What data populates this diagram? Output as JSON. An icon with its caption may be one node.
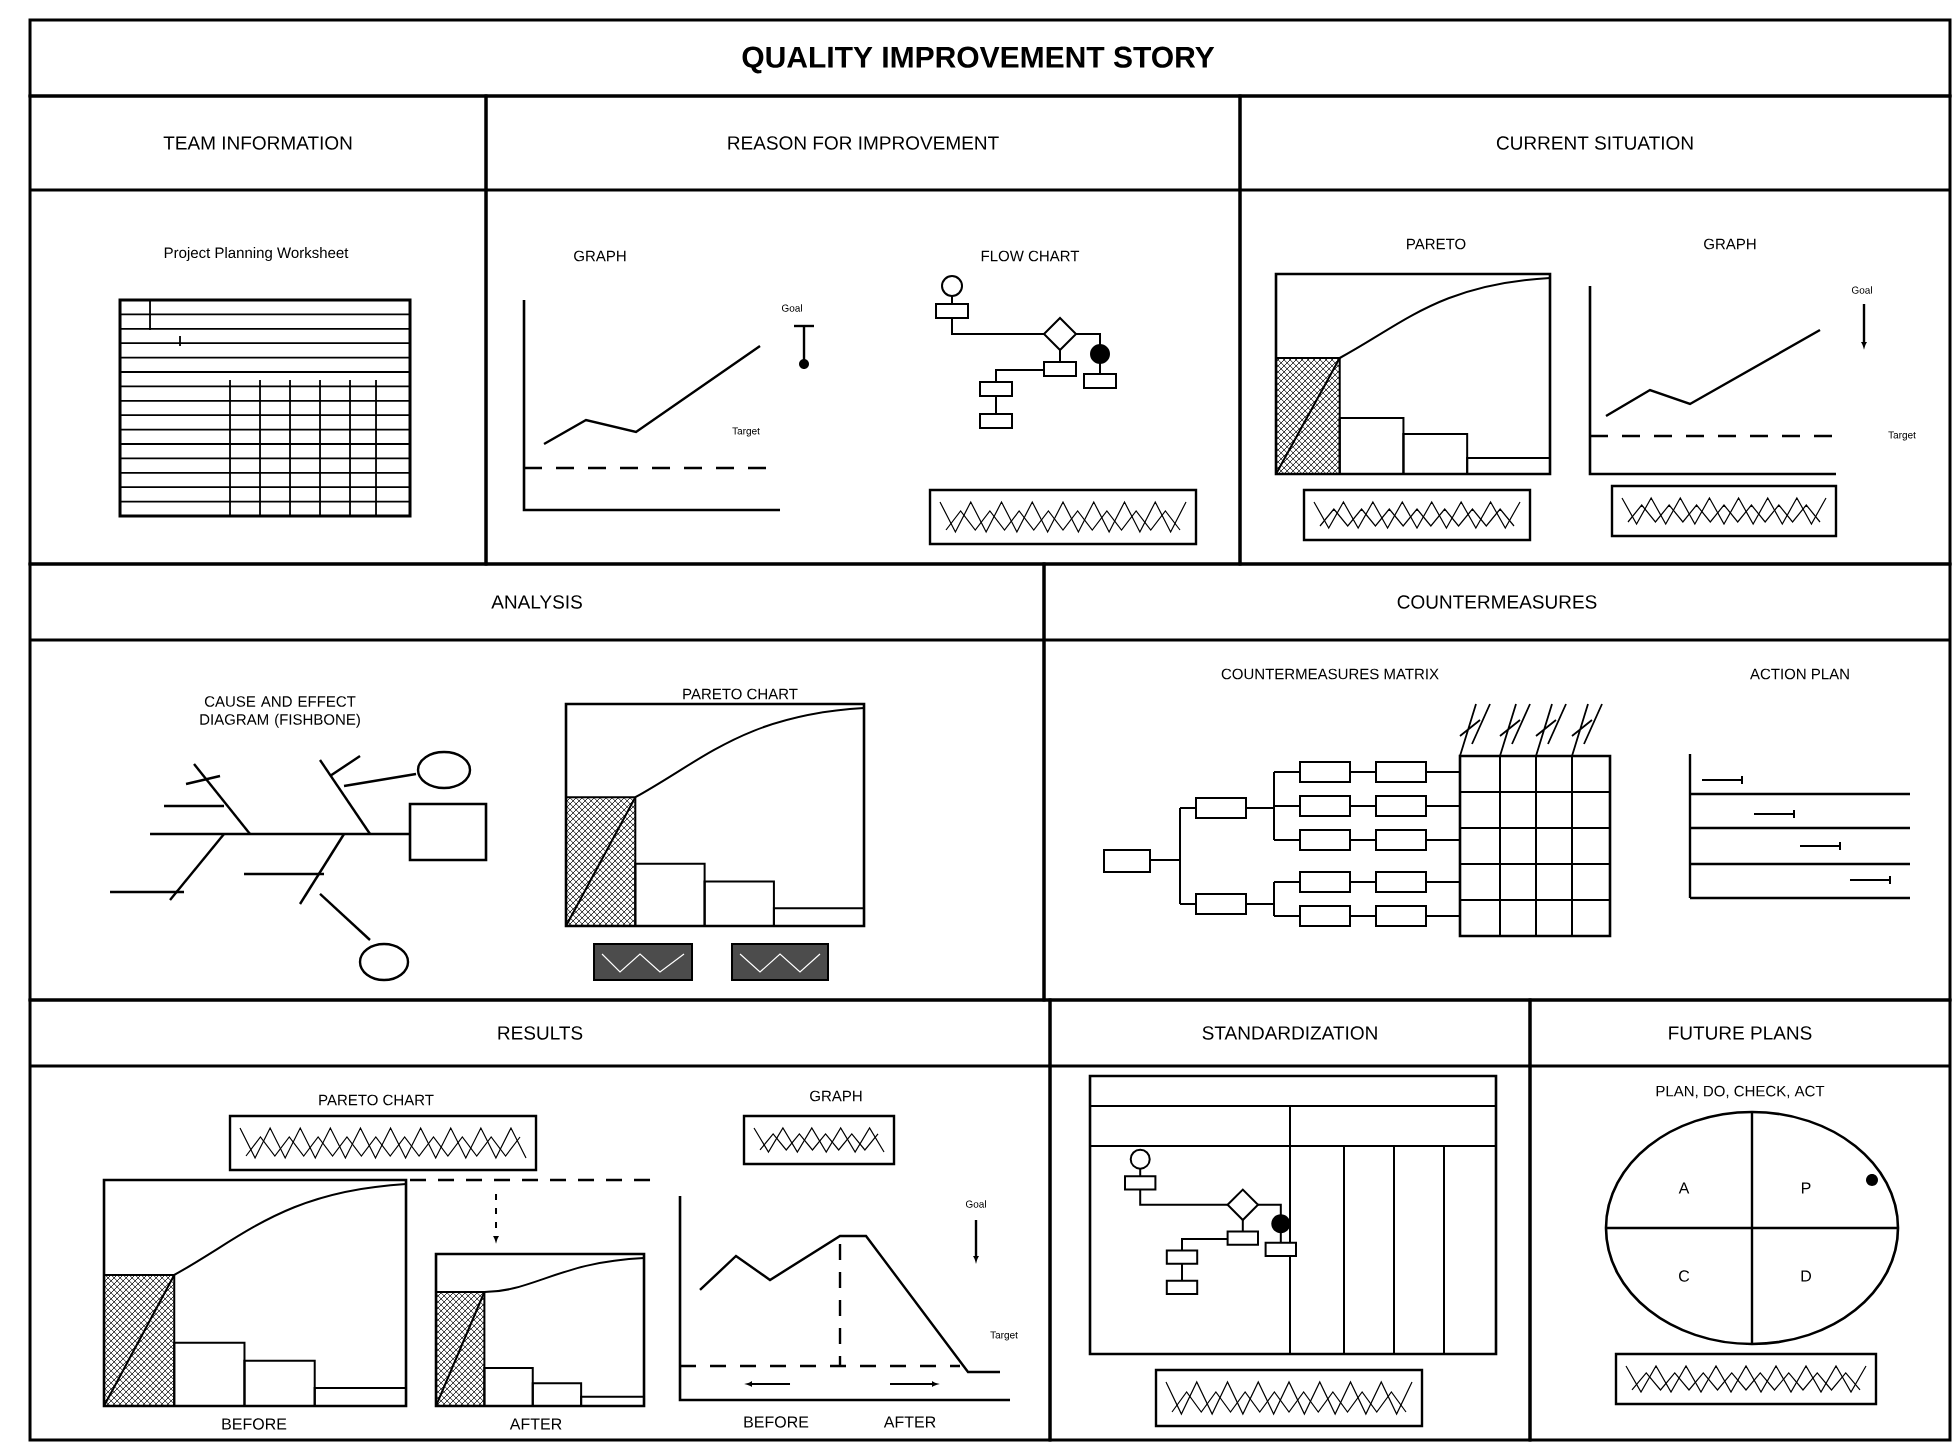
{
  "diagram": {
    "title": "QUALITY IMPROVEMENT STORY",
    "nodes": [
      {
        "text": [
          "TEAM INFORMATION",
          "Project Planning Worksheet"
        ]
      },
      {
        "text": [
          "REASON FOR IMPROVEMENT",
          "GRAPH",
          "FLOW CHART"
        ]
      },
      {
        "text": [
          "CURRENT SITUATION",
          "PARETO",
          "GRAPH"
        ]
      },
      {
        "text": [
          "ANALYSIS",
          "CAUSE AND EFFECT DIAGRAM (FISHBONE)",
          "PARETO CHART"
        ]
      },
      {
        "text": [
          "COUNTERMEASURES",
          "COUNTERMEASURES MATRIX",
          "ACTION PLAN"
        ]
      },
      {
        "text": [
          "RESULTS",
          "PARETO CHART",
          "GRAPH"
        ]
      },
      {
        "text": [
          "STANDARDIZATION"
        ]
      },
      {
        "text": [
          "FUTURE PLANS",
          "PLAN, DO, CHECK, ACT"
        ]
      }
    ],
    "labels": [
      "Goal",
      "Target",
      "Goal",
      "Target",
      "BEFORE",
      "AFTER",
      "Goal",
      "Target",
      "BEFORE",
      "AFTER",
      "A",
      "P",
      "C",
      "D"
    ]
  }
}
